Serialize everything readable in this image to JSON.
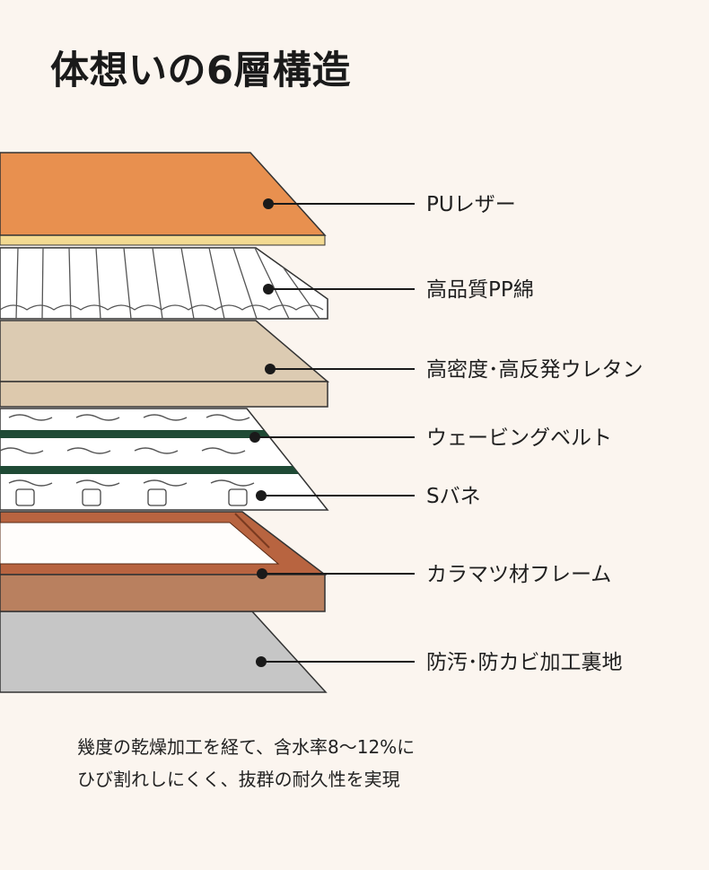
{
  "title": "体想いの6層構造",
  "layers": [
    {
      "id": "pu-leather",
      "label": "PUレザー",
      "color": "#e8904f"
    },
    {
      "id": "pp-cotton",
      "label": "高品質PP綿",
      "color": "#ffffff"
    },
    {
      "id": "urethane",
      "label": "高密度･高反発ウレタン",
      "color": "#dccbb2"
    },
    {
      "id": "webbing-belt",
      "label": "ウェービングベルト",
      "color": "#1f4a35"
    },
    {
      "id": "s-spring",
      "label": "Sバネ",
      "color": "#ffffff"
    },
    {
      "id": "larch-frame",
      "label": "カラマツ材フレーム",
      "color": "#b86440"
    },
    {
      "id": "base-fabric",
      "label": "防汚･防カビ加工裏地",
      "color": "#c6c6c6"
    }
  ],
  "description": [
    "幾度の乾燥加工を経て、含水率8～12%に",
    "ひび割れしにくく、抜群の耐久性を実現"
  ]
}
